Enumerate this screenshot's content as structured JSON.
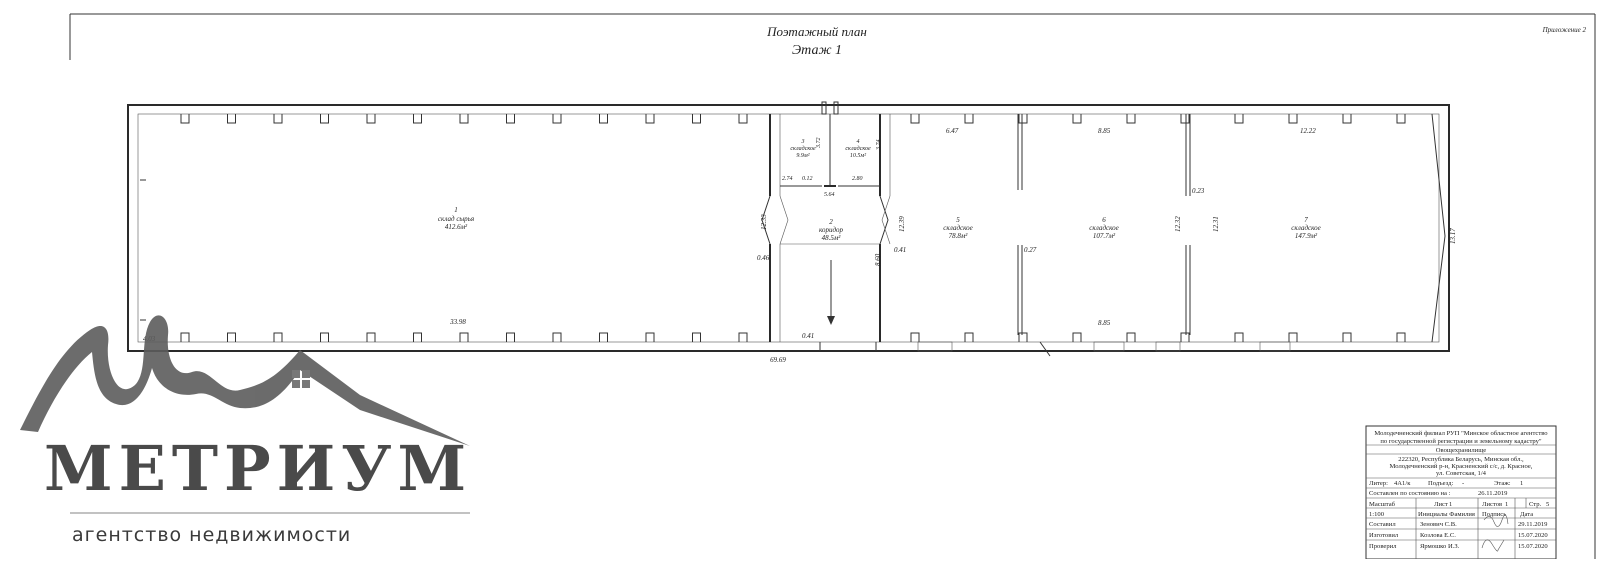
{
  "header": {
    "appendix": "Приложение 2",
    "title": "Поэтажный план",
    "floor": "Этаж 1"
  },
  "rooms": [
    {
      "number": "1",
      "name": "склад сырья",
      "area": "412.6м²"
    },
    {
      "number": "2",
      "name": "коридор",
      "area": "48.5м²"
    },
    {
      "number": "3",
      "name": "складское",
      "area": "9.9м²"
    },
    {
      "number": "4",
      "name": "складское",
      "area": "10.5м²"
    },
    {
      "number": "5",
      "name": "складское",
      "area": "78.8м²"
    },
    {
      "number": "6",
      "name": "складское",
      "area": "107.7м²"
    },
    {
      "number": "7",
      "name": "складское",
      "area": "147.9м²"
    }
  ],
  "dimensions": {
    "d_4_03": "4.03",
    "d_33_98": "33.98",
    "d_12_33": "12.33",
    "d_0_46": "0.46",
    "d_0_41a": "0.41",
    "d_69_69": "69.69",
    "d_3_72": "3.72",
    "d_3_74": "3.74",
    "d_2_74": "2.74",
    "d_0_12": "0.12",
    "d_5_64": "5.64",
    "d_2_80": "2.80",
    "d_12_39": "12.39",
    "d_8_60": "8.60",
    "d_0_41b": "0.41",
    "d_6_47": "6.47",
    "d_8_85a": "8.85",
    "d_8_85b": "8.85",
    "d_0_27": "0.27",
    "d_12_32": "12.32",
    "d_0_23": "0.23",
    "d_12_31": "12.31",
    "d_12_22": "12.22",
    "d_13_17": "13.17"
  },
  "stamp": {
    "org1": "Молодечненский филиал РУП \"Минское областное агентство",
    "org2": "по государственной  регистрации и земельному кадастру\"",
    "object": "Овощехранилище",
    "addr1": "222320, Республика Беларусь, Минская обл.,",
    "addr2": "Молодечненский р-н, Красненский с/с, д. Красное,",
    "addr3": "ул. Советская, 1/4",
    "liter_label": "Литер:",
    "liter_value": "4А1/к",
    "entrance_label": "Подъезд:",
    "entrance_value": "-",
    "floor_label": "Этаж:",
    "floor_value": "1",
    "state_label": "Составлен по состоянию на :",
    "state_value": "26.11.2019",
    "scale_head": "Масштаб",
    "sheet_head": "Лист",
    "sheet_value": "1",
    "sheets_head": "Листов",
    "sheets_value": "1",
    "page_head": "Стр.",
    "page_value": "5",
    "scale_value": "1:100",
    "initials_head": "Инициалы Фамилия",
    "sign_head": "Подпись",
    "date_head": "Дата",
    "role1": "Составил",
    "name1": "Зенович С.В.",
    "date1": "29.11.2019",
    "role2": "Изготовил",
    "name2": "Козлова Е.С.",
    "date2": "15.07.2020",
    "role3": "Проверил",
    "name3": "Ярмошко И.З.",
    "date3": "15.07.2020"
  },
  "logo": {
    "word": "МЕТРИУМ",
    "tagline": "агентство недвижимости",
    "colors": {
      "mark": "#5c5c5c",
      "text": "#4a4a4a",
      "roof": "#6a6a6a"
    }
  }
}
